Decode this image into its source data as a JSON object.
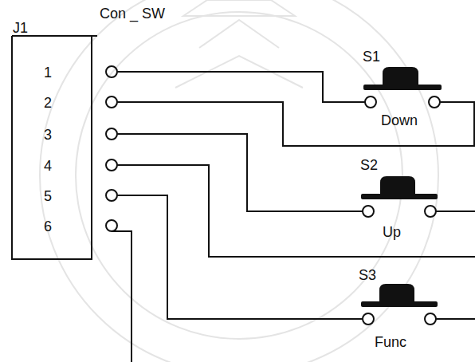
{
  "diagram": {
    "labels": [
      "J1",
      "Con _ SW",
      "1",
      "2",
      "3",
      "4",
      "5",
      "6",
      "S1",
      "Down",
      "S2",
      "Up",
      "S3",
      "Func"
    ]
  }
}
